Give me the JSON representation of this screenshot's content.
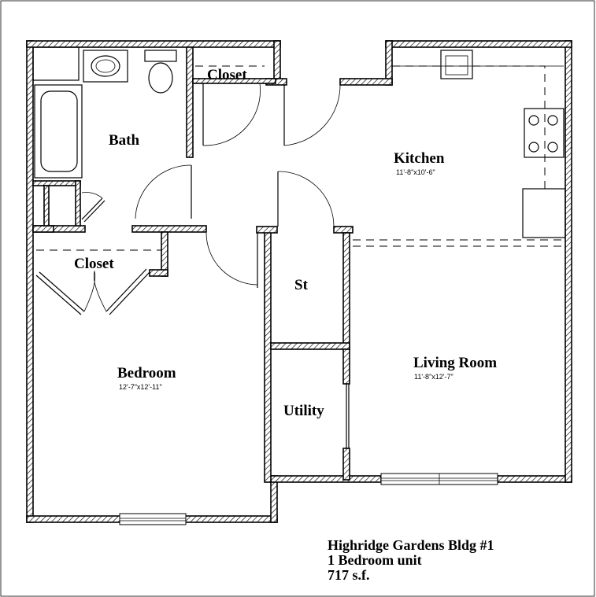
{
  "rooms": {
    "bath": "Bath",
    "closet_top": "Closet",
    "kitchen": "Kitchen",
    "kitchen_dims": "11'-8\"x10'-6\"",
    "closet_bedroom": "Closet",
    "storage": "St",
    "bedroom": "Bedroom",
    "bedroom_dims": "12'-7\"x12'-11\"",
    "living": "Living Room",
    "living_dims": "11'-8\"x12'-7\"",
    "utility": "Utility"
  },
  "caption": {
    "line1": "Highridge Gardens Bldg #1",
    "line2": "1 Bedroom unit",
    "line3": "717 s.f."
  }
}
